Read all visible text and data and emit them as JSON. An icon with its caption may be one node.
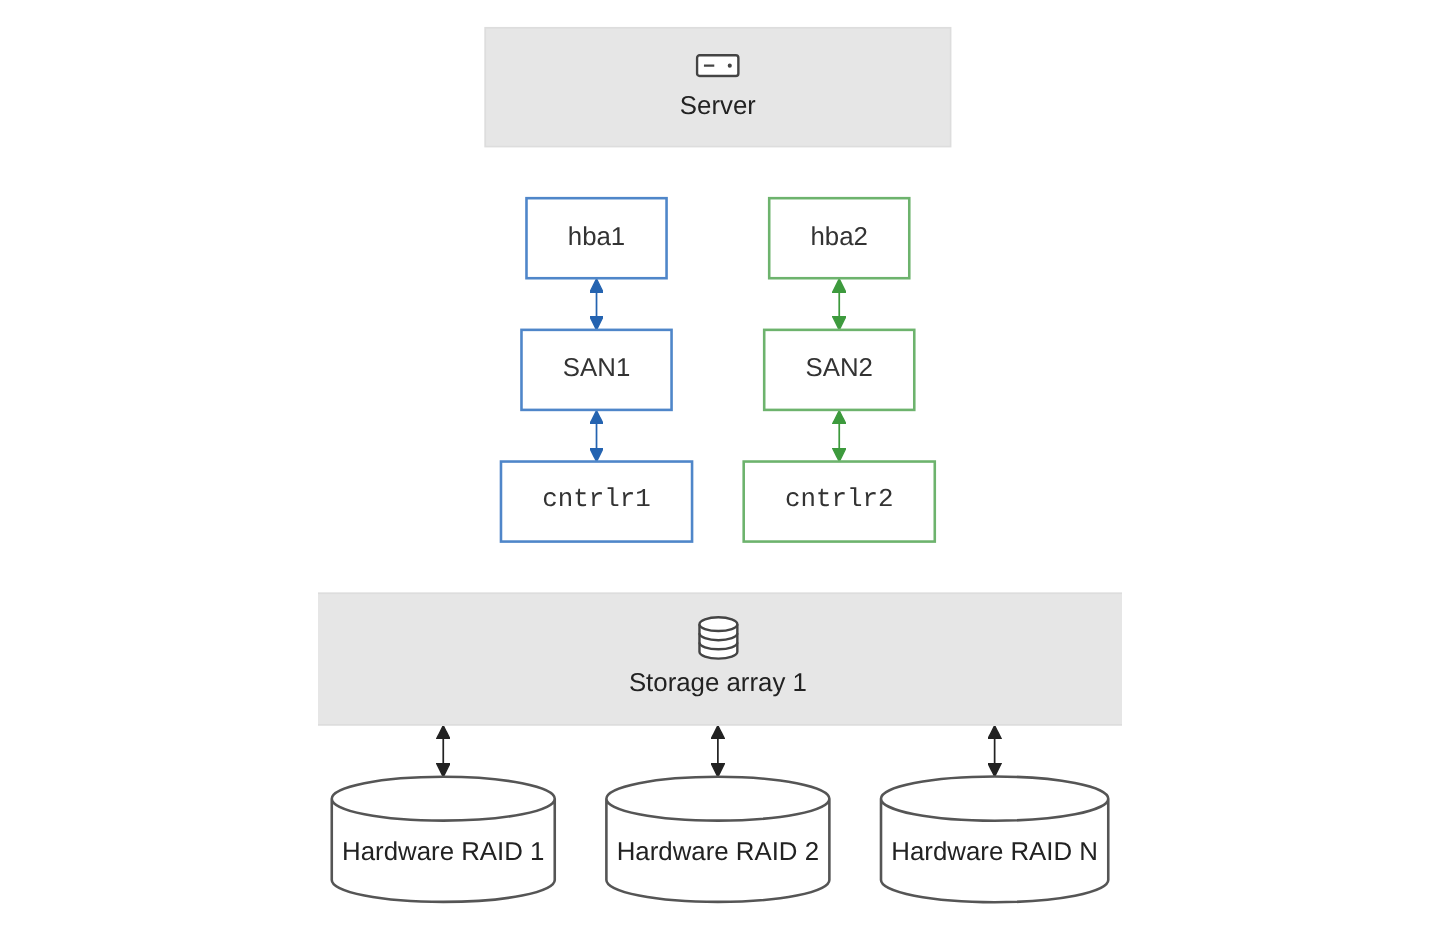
{
  "diagram": {
    "nodes": [
      {
        "text": [
          "Server"
        ]
      },
      {
        "text": [
          "hba1"
        ]
      },
      {
        "text": [
          "hba2"
        ]
      },
      {
        "text": [
          "SAN1"
        ]
      },
      {
        "text": [
          "SAN2"
        ]
      },
      {
        "text": [
          "cntrlr1"
        ]
      },
      {
        "text": [
          "cntrlr2"
        ]
      },
      {
        "text": [
          "Storage array 1"
        ]
      },
      {
        "text": [
          "Hardware RAID 1"
        ]
      },
      {
        "text": [
          "Hardware RAID 2"
        ]
      },
      {
        "text": [
          "Hardware RAID N"
        ]
      }
    ],
    "edges": [
      {
        "from": 1,
        "to": 3,
        "arrow": "both",
        "color": "#2463b0"
      },
      {
        "from": 3,
        "to": 5,
        "arrow": "both",
        "color": "#2463b0"
      },
      {
        "from": 2,
        "to": 4,
        "arrow": "both",
        "color": "#3d9a3d"
      },
      {
        "from": 4,
        "to": 6,
        "arrow": "both",
        "color": "#3d9a3d"
      },
      {
        "from": 7,
        "to": 8,
        "arrow": "both"
      },
      {
        "from": 7,
        "to": 9,
        "arrow": "both"
      },
      {
        "from": 7,
        "to": 10,
        "arrow": "both"
      }
    ]
  }
}
